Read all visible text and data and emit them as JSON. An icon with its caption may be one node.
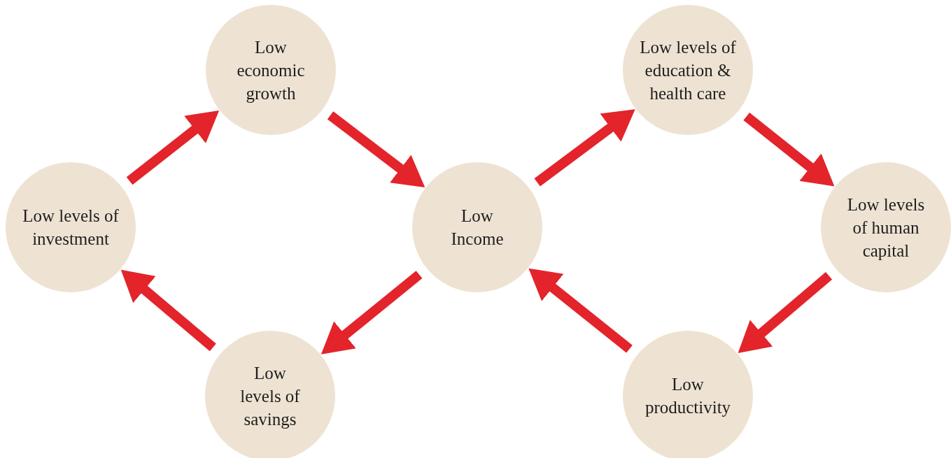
{
  "diagram": {
    "nodes": [
      {
        "text": [
          "Low economic growth"
        ]
      },
      {
        "text": [
          "Low levels of investment"
        ]
      },
      {
        "text": [
          "Low Income"
        ]
      },
      {
        "text": [
          "Low levels of savings"
        ]
      },
      {
        "text": [
          "Low levels of education & health care"
        ]
      },
      {
        "text": [
          "Low levels of human capital"
        ]
      },
      {
        "text": [
          "Low productivity"
        ]
      }
    ],
    "edges": [
      {
        "from": 1,
        "to": 0,
        "arrow": "to"
      },
      {
        "from": 0,
        "to": 2,
        "arrow": "to"
      },
      {
        "from": 2,
        "to": 3,
        "arrow": "to"
      },
      {
        "from": 3,
        "to": 1,
        "arrow": "to"
      },
      {
        "from": 2,
        "to": 4,
        "arrow": "to"
      },
      {
        "from": 4,
        "to": 5,
        "arrow": "to"
      },
      {
        "from": 5,
        "to": 6,
        "arrow": "to"
      },
      {
        "from": 6,
        "to": 2,
        "arrow": "to"
      }
    ]
  }
}
